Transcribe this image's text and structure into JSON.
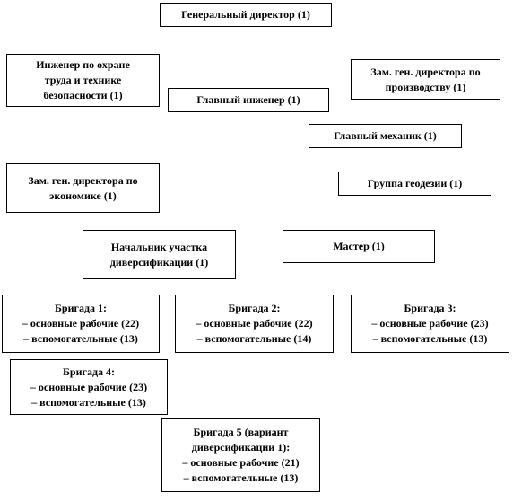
{
  "boxes": {
    "gendir": {
      "lines": [
        "Генеральный директор (1)"
      ]
    },
    "ohrana": {
      "lines": [
        "Инженер по охране",
        "труда и технике",
        "безопасности (1)"
      ]
    },
    "zamproiz": {
      "lines": [
        "Зам. ген. директора по",
        "производству (1)"
      ]
    },
    "glinzh": {
      "lines": [
        "Главный инженер  (1)"
      ]
    },
    "glmeh": {
      "lines": [
        "Главный механик (1)"
      ]
    },
    "zamecon": {
      "lines": [
        "Зам. ген. директора по",
        "экономике (1)"
      ]
    },
    "geodez": {
      "lines": [
        "Группа геодезии (1)"
      ]
    },
    "nachuch": {
      "lines": [
        "Начальник участка",
        "диверсификации  (1)"
      ]
    },
    "master": {
      "lines": [
        "Мастер (1)"
      ]
    },
    "br1": {
      "lines": [
        "Бригада 1:",
        "– основные рабочие (22)",
        "– вспомогательные (13)"
      ]
    },
    "br2": {
      "lines": [
        "Бригада 2:",
        "– основные рабочие (22)",
        "– вспомогательные (14)"
      ]
    },
    "br3": {
      "lines": [
        "Бригада 3:",
        "– основные рабочие (23)",
        "– вспомогательные (13)"
      ]
    },
    "br4": {
      "lines": [
        "Бригада 4:",
        "– основные рабочие (23)",
        "– вспомогательные (13)"
      ]
    },
    "br5": {
      "lines": [
        "Бригада 5 (вариант",
        "диверсификации  1):",
        "– основные рабочие (21)",
        "– вспомогательные (13)"
      ]
    }
  }
}
